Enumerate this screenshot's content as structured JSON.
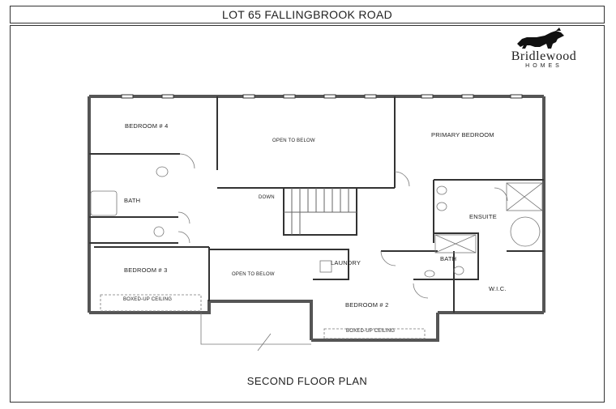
{
  "header": {
    "title": "LOT 65 FALLINGBROOK ROAD"
  },
  "brand": {
    "name": "Bridlewood",
    "sub": "HOMES"
  },
  "rooms": {
    "bedroom4": "BEDROOM # 4",
    "open_to_below_top": "OPEN TO BELOW",
    "primary_bedroom": "PRIMARY BEDROOM",
    "bath_left": "BATH",
    "down": "DOWN",
    "ensuite": "ENSUITE",
    "laundry": "LAUNDRY",
    "bath_right": "BATH",
    "bedroom3": "BEDROOM # 3",
    "open_to_below_mid": "OPEN TO BELOW",
    "wic": "W.I.C.",
    "boxed_ceiling_left": "BOXED-UP CEILING",
    "bedroom2": "BEDROOM # 2",
    "boxed_ceiling_right": "BOXED-UP CEILING"
  },
  "footer": {
    "plan_title": "SECOND FLOOR PLAN"
  },
  "colors": {
    "wall": "#555555",
    "line": "#333333"
  }
}
